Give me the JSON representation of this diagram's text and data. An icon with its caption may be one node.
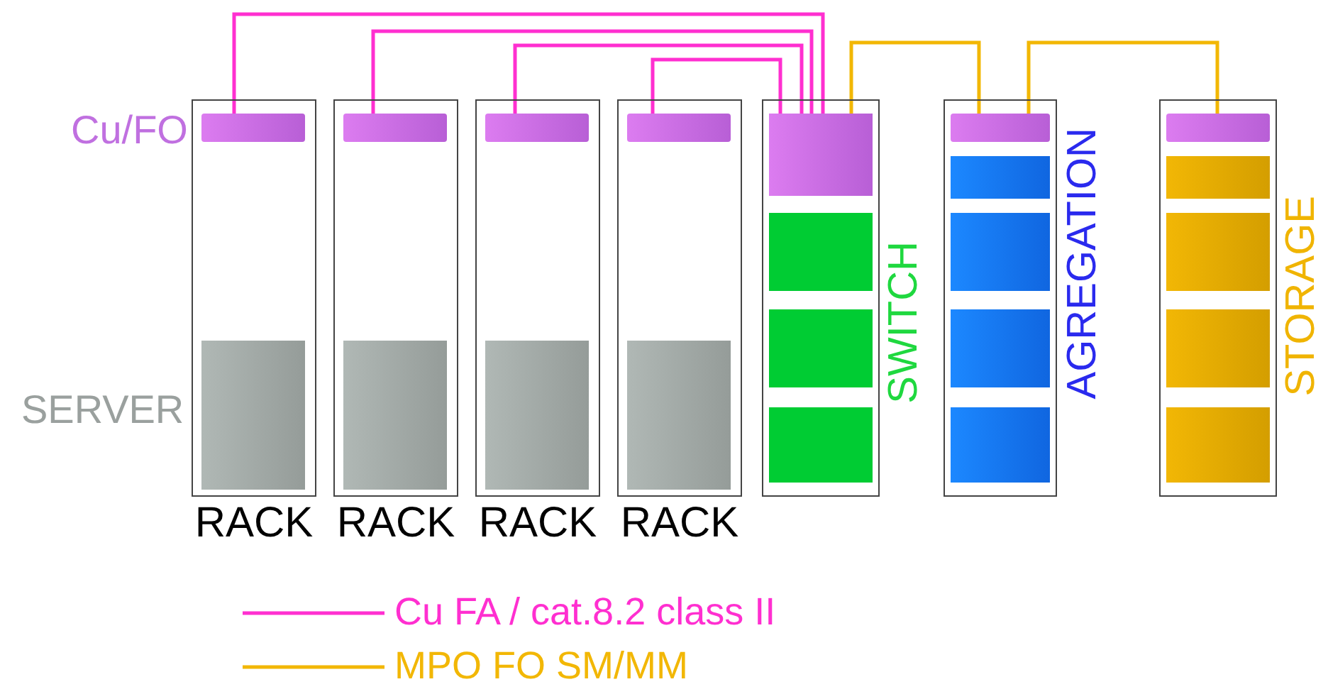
{
  "diagram": {
    "nodes": [
      {
        "text": [
          "RACK"
        ]
      },
      {
        "text": [],
        "shape": "bar",
        "in": 0
      },
      {
        "text": [],
        "shape": "box",
        "in": 0
      },
      {
        "text": [
          "RACK"
        ]
      },
      {
        "text": [],
        "shape": "bar",
        "in": 3
      },
      {
        "text": [],
        "shape": "box",
        "in": 3
      },
      {
        "text": [
          "RACK"
        ]
      },
      {
        "text": [],
        "shape": "bar",
        "in": 6
      },
      {
        "text": [],
        "shape": "box",
        "in": 6
      },
      {
        "text": [
          "RACK"
        ]
      },
      {
        "text": [],
        "shape": "bar",
        "in": 9
      },
      {
        "text": [],
        "shape": "box",
        "in": 9
      },
      {
        "text": [
          "SWITCH"
        ]
      },
      {
        "text": [],
        "shape": "box",
        "in": 12
      },
      {
        "text": [],
        "shape": "box",
        "in": 12
      },
      {
        "text": [],
        "shape": "box",
        "in": 12
      },
      {
        "text": [],
        "shape": "box",
        "in": 12
      },
      {
        "text": [
          "AGREGATION"
        ]
      },
      {
        "text": [],
        "shape": "bar",
        "in": 17
      },
      {
        "text": [],
        "shape": "box",
        "in": 17
      },
      {
        "text": [],
        "shape": "box",
        "in": 17
      },
      {
        "text": [],
        "shape": "box",
        "in": 17
      },
      {
        "text": [],
        "shape": "box",
        "in": 17
      },
      {
        "text": [
          "STORAGE"
        ]
      },
      {
        "text": [],
        "shape": "bar",
        "in": 23
      },
      {
        "text": [],
        "shape": "box",
        "in": 23
      },
      {
        "text": [],
        "shape": "box",
        "in": 23
      },
      {
        "text": [],
        "shape": "box",
        "in": 23
      },
      {
        "text": [],
        "shape": "box",
        "in": 23
      }
    ],
    "edges": [
      {
        "from": 1,
        "to": 13,
        "arrow": "none"
      },
      {
        "from": 4,
        "to": 13,
        "arrow": "none"
      },
      {
        "from": 7,
        "to": 13,
        "arrow": "none"
      },
      {
        "from": 10,
        "to": 13,
        "arrow": "none"
      },
      {
        "from": 13,
        "to": 18,
        "arrow": "none",
        "color": "#f2b705"
      },
      {
        "from": 18,
        "to": 24,
        "arrow": "none",
        "color": "#f2b705"
      }
    ],
    "labels": [
      "Cu/FO",
      "SERVER"
    ],
    "legend": [
      {
        "text": "Cu FA / cat.8.2 class II",
        "color": "#ff2fd0"
      },
      {
        "text": "MPO FO SM/MM",
        "color": "#f2b705"
      }
    ]
  }
}
